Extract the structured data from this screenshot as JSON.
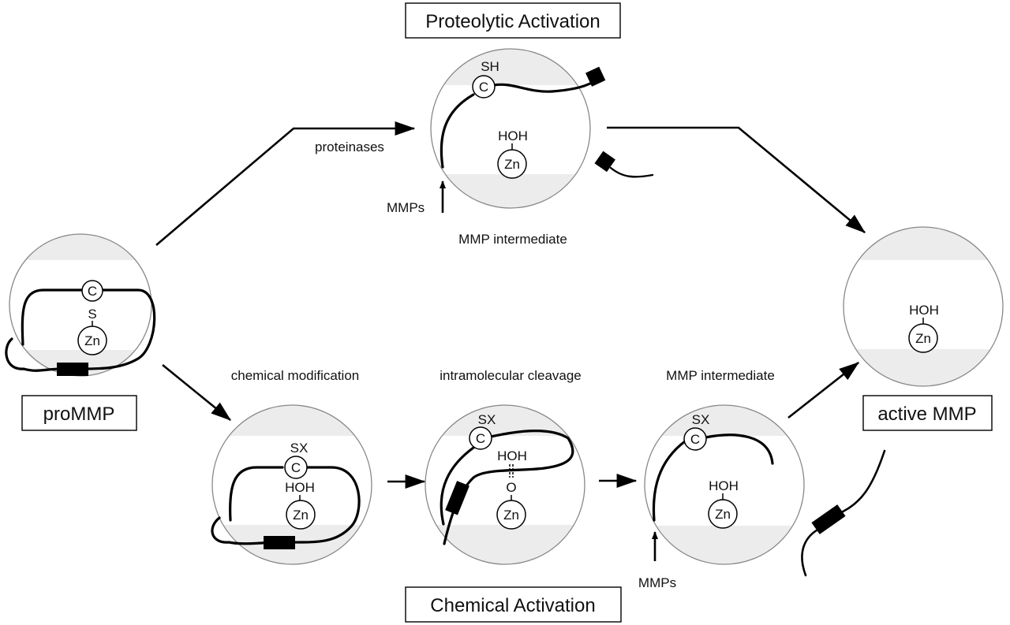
{
  "diagram": {
    "title_top": "Proteolytic Activation",
    "title_bottom": "Chemical Activation",
    "states": {
      "pro": {
        "label": "proMMP",
        "cys": "C",
        "link": "S",
        "zinc": "Zn"
      },
      "proteolytic_intermediate": {
        "caption": "MMP intermediate",
        "cys": "C",
        "cys_group": "SH",
        "water": "HOH",
        "zinc": "Zn",
        "cleaver": "MMPs"
      },
      "chem_modified": {
        "caption": "chemical modification",
        "cys": "C",
        "cys_group": "SX",
        "water": "HOH",
        "zinc": "Zn"
      },
      "intramolecular": {
        "caption": "intramolecular cleavage",
        "cys": "C",
        "cys_group": "SX",
        "water": "HOH",
        "oxygen": "O",
        "zinc": "Zn"
      },
      "chem_intermediate": {
        "caption": "MMP intermediate",
        "cys": "C",
        "cys_group": "SX",
        "water": "HOH",
        "zinc": "Zn",
        "cleaver": "MMPs"
      },
      "active": {
        "label": "active MMP",
        "water": "HOH",
        "zinc": "Zn"
      }
    },
    "edges": [
      {
        "from": "pro",
        "to": "proteolytic_intermediate",
        "label": "proteinases"
      },
      {
        "from": "proteolytic_intermediate",
        "to": "active",
        "label": ""
      },
      {
        "from": "pro",
        "to": "chem_modified",
        "label": ""
      },
      {
        "from": "chem_modified",
        "to": "intramolecular",
        "label": ""
      },
      {
        "from": "intramolecular",
        "to": "chem_intermediate",
        "label": ""
      },
      {
        "from": "chem_intermediate",
        "to": "active",
        "label": ""
      }
    ]
  }
}
